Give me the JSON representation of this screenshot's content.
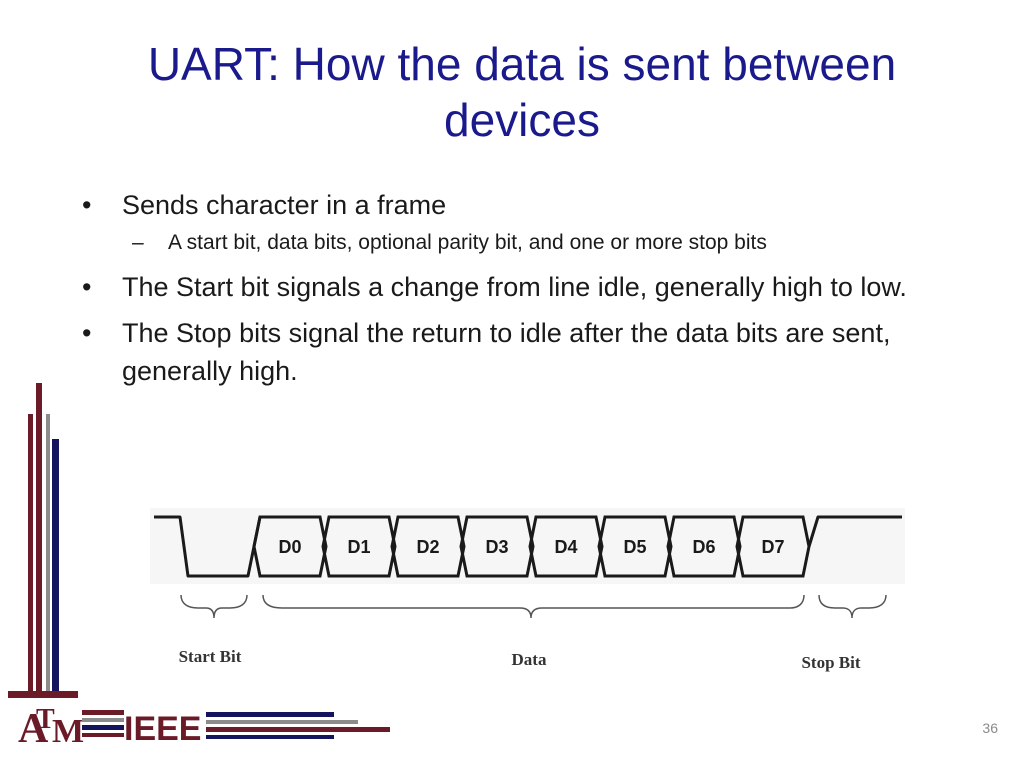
{
  "slide": {
    "title_line1": "UART: How the data is sent between",
    "title_line2": "devices",
    "bullet_symbol": "•",
    "dash_symbol": "–",
    "bullets": [
      {
        "text": "Sends character in a frame"
      },
      {
        "text": "The Start bit signals a change from line idle, generally high to low."
      },
      {
        "text": "The Stop bits signal the return to idle after the data bits are sent, generally high."
      }
    ],
    "sub_bullet": {
      "text": "A start bit, data bits, optional parity bit, and one or more stop bits"
    },
    "slide_number": "36"
  },
  "diagram": {
    "data_bits": [
      "D0",
      "D1",
      "D2",
      "D3",
      "D4",
      "D5",
      "D6",
      "D7"
    ],
    "start_label": "Start Bit",
    "data_label": "Data",
    "stop_label": "Stop Bit"
  },
  "logo": {
    "text": "IEEE",
    "letter_a": "A",
    "letter_m": "M",
    "letter_t": "T",
    "colors": {
      "maroon": "#6b1a28",
      "navy": "#13135e",
      "gray": "#8c8c8c"
    }
  },
  "colors": {
    "title": "#1a1a8c",
    "body": "#1a1a1a"
  }
}
